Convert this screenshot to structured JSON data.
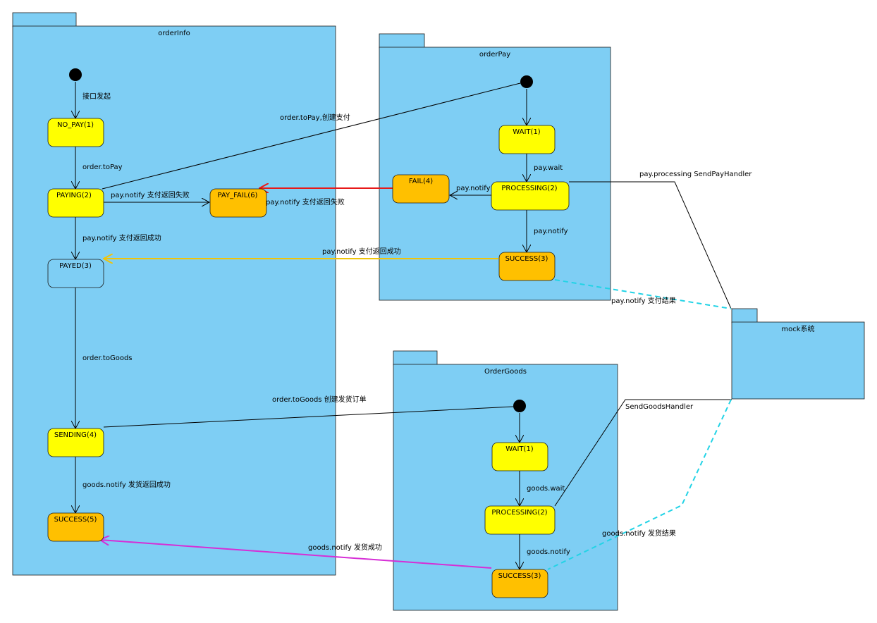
{
  "colors": {
    "package_fill": "#7ecef4",
    "state_yellow": "#ffff00",
    "state_orange": "#ffc000",
    "red_arrow": "#e81919",
    "yellow_arrow": "#f0c40a",
    "magenta_arrow": "#d62ed6",
    "dashed": "#22d3e6"
  },
  "packages": {
    "orderInfo": "orderInfo",
    "orderPay": "orderPay",
    "orderGoods": "OrderGoods",
    "mock": "mock系统"
  },
  "states": {
    "no_pay": "NO_PAY(1)",
    "paying": "PAYING(2)",
    "pay_fail": "PAY_FAIL(6)",
    "payed": "PAYED(3)",
    "sending": "SENDING(4)",
    "success5": "SUCCESS(5)",
    "pay_wait": "WAIT(1)",
    "pay_processing": "PROCESSING(2)",
    "pay_fail4": "FAIL(4)",
    "pay_success3": "SUCCESS(3)",
    "goods_wait": "WAIT(1)",
    "goods_processing": "PROCESSING(2)",
    "goods_success3": "SUCCESS(3)"
  },
  "labels": {
    "interface_start": "接口发起",
    "order_topay": "order.toPay",
    "pay_notify_fail_1": "pay.notify 支付返回失败",
    "pay_notify_fail_2": "pay.notify 支付返回失败",
    "pay_notify_success_1": "pay.notify 支付返回成功",
    "pay_notify_success_2": "pay.notify 支付返回成功",
    "order_togoods": "order.toGoods",
    "goods_notify_success_1": "goods.notify 发货返回成功",
    "goods_notify_success_2": "goods.notify 发货成功",
    "order_topay_create": "order.toPay,创建支付",
    "pay_wait": "pay.wait",
    "pay_notify_a": "pay.notify",
    "pay_notify_b": "pay.notify",
    "pay_processing_handler": "pay.processing SendPayHandler",
    "pay_notify_result": "pay.notify 支付结果",
    "order_togoods_create": "order.toGoods 创建发货订单",
    "send_goods_handler": "SendGoodsHandler",
    "goods_wait": "goods.wait",
    "goods_notify": "goods.notify",
    "goods_notify_result": "goods.notify 发货结果"
  }
}
